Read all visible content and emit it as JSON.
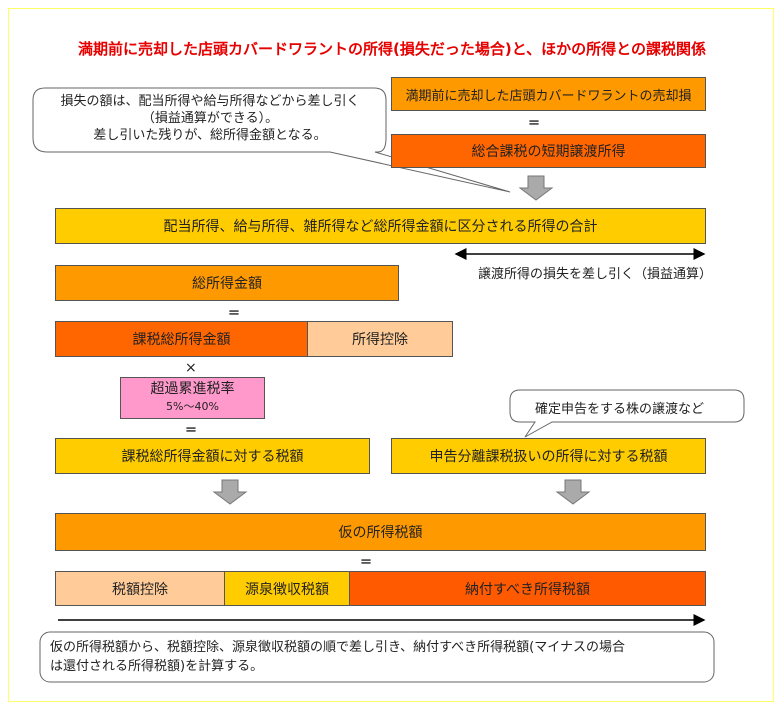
{
  "title": "満期前に売却した店頭カバードワラントの所得(損失だった場合)と、ほかの所得との課税関係",
  "callout_top": {
    "line1": "損失の額は、配当所得や給与所得などから差し引く",
    "line2": "（損益通算ができる）。",
    "line3": "差し引いた残りが、総所得金額となる。"
  },
  "box_sale_loss": "満期前に売却した店頭カバードワラントの売却損",
  "box_short_transfer": "総合課税の短期譲渡所得",
  "box_total_income": "配当所得、給与所得、雑所得など総所得金額に区分される所得の合計",
  "offset_label": "譲渡所得の損失を差し引く（損益通算）",
  "box_gross_income": "総所得金額",
  "box_taxable_income": "課税総所得金額",
  "box_deduction": "所得控除",
  "multiply_sign": "×",
  "equals_sign": "＝",
  "progressive_rate": {
    "label": "超過累進税率",
    "range": "5%〜40%"
  },
  "callout_right": "確定申告をする株の譲渡など",
  "box_tax_on_taxable": "課税総所得金額に対する税額",
  "box_tax_separate": "申告分離課税扱いの所得に対する税額",
  "box_provisional_tax": "仮の所得税額",
  "box_tax_credit": "税額控除",
  "box_withholding": "源泉徴収税額",
  "box_tax_payable": "納付すべき所得税額",
  "note_bottom": {
    "line1": "仮の所得税額から、税額控除、源泉徴収税額の順で差し引き、納付すべき所得税額(マイナスの場合",
    "line2": "は還付される所得税額)を計算する。"
  },
  "colors": {
    "yellow": "#ffcc00",
    "orange": "#ff9900",
    "dark_orange": "#ff6600",
    "peach": "#ffcc99",
    "pink": "#ff99cc",
    "title_red": "#e60000"
  }
}
